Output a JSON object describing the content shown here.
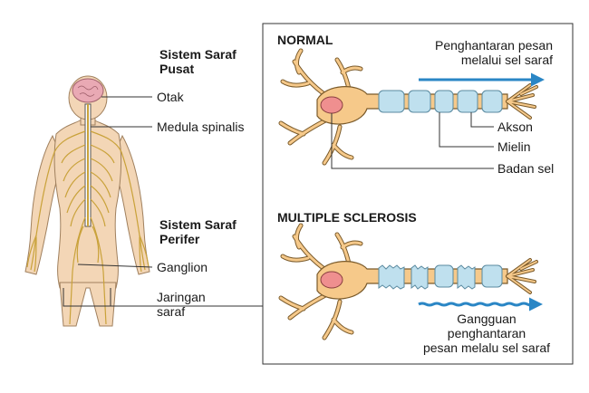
{
  "central": {
    "title_line1": "Sistem Saraf",
    "title_line2": "Pusat"
  },
  "peripheral": {
    "title_line1": "Sistem Saraf",
    "title_line2": "Perifer"
  },
  "body_labels": {
    "brain": "Otak",
    "spinal_cord": "Medula spinalis",
    "ganglion": "Ganglion",
    "nerve_line1": "Jaringan",
    "nerve_line2": "saraf"
  },
  "normal": {
    "title": "NORMAL",
    "signal_line1": "Penghantaran pesan",
    "signal_line2": "melalui sel saraf",
    "axon": "Akson",
    "myelin": "Mielin",
    "cell_body": "Badan sel"
  },
  "ms": {
    "title": "MULTIPLE SCLEROSIS",
    "signal_line1": "Gangguan",
    "signal_line2": "penghantaran",
    "signal_line3": "pesan melalu sel saraf"
  },
  "colors": {
    "skin": "#f3d6b6",
    "nerve": "#c9a23a",
    "brain": "#e9a9b4",
    "neuron": "#f6c98a",
    "neuron_outline": "#7a5a2a",
    "nucleus": "#ef8f8f",
    "myelin": "#bfe0ee",
    "arrow": "#2a86c5"
  }
}
